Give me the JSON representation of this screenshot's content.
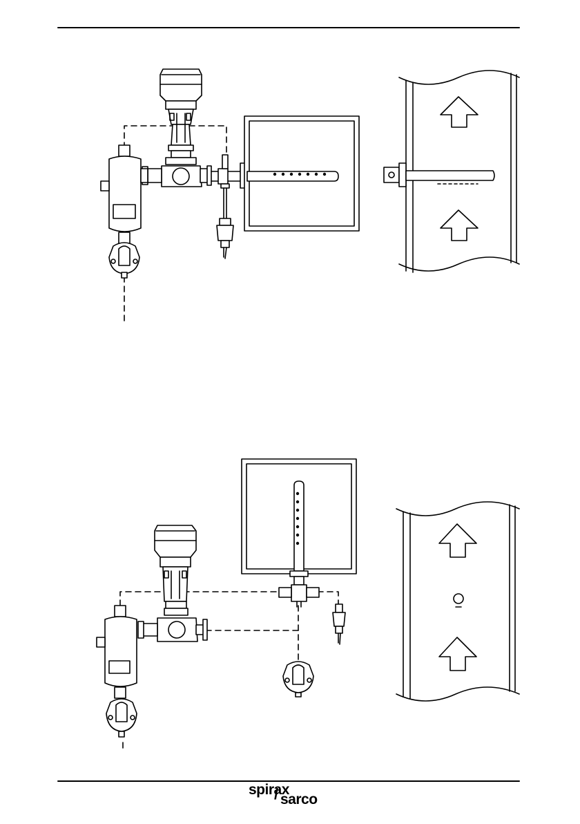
{
  "brand": {
    "logo_top": "spirax",
    "logo_slash": "/",
    "logo_bottom": "sarco"
  },
  "diagram": {
    "upper_installation": {
      "items": [
        "actuator",
        "control-valve",
        "separator",
        "steam-trap",
        "strainer",
        "steam-lance",
        "duct-side-view"
      ]
    },
    "lower_installation": {
      "items": [
        "actuator",
        "control-valve",
        "separator",
        "steam-trap",
        "steam-trap-lance",
        "strainer",
        "steam-lance",
        "duct-side-view"
      ]
    }
  },
  "colors": {
    "line": "#000000",
    "background": "#ffffff"
  }
}
